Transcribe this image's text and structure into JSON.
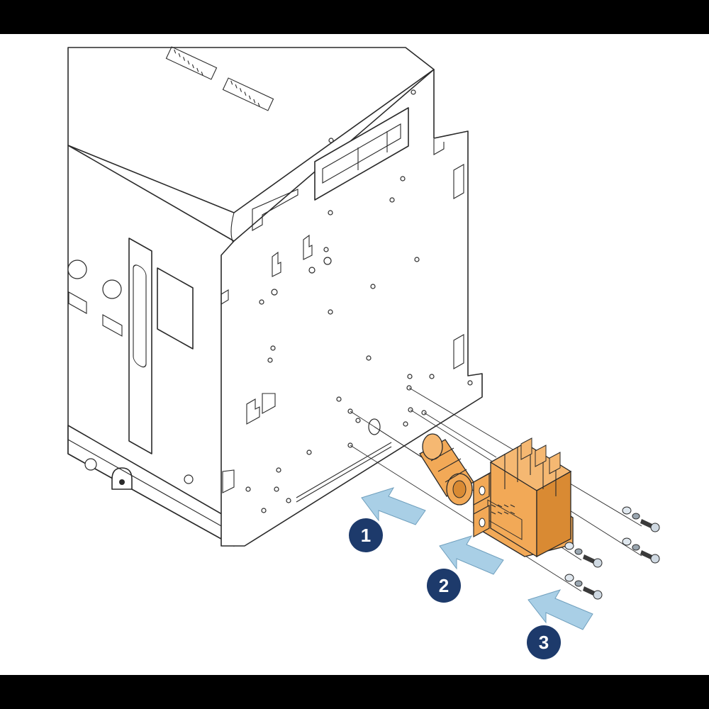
{
  "colors": {
    "background_band": "#000000",
    "canvas": "#ffffff",
    "line": "#2a2a2a",
    "part_orange": "#f2a957",
    "part_orange_dark": "#d98a33",
    "arrow_fill": "#a9cfe6",
    "badge": "#1d3a6b"
  },
  "icons": {
    "arrow": "arrow-icon",
    "screw": "screw-icon"
  },
  "steps": [
    {
      "number": "1"
    },
    {
      "number": "2"
    },
    {
      "number": "3"
    }
  ]
}
